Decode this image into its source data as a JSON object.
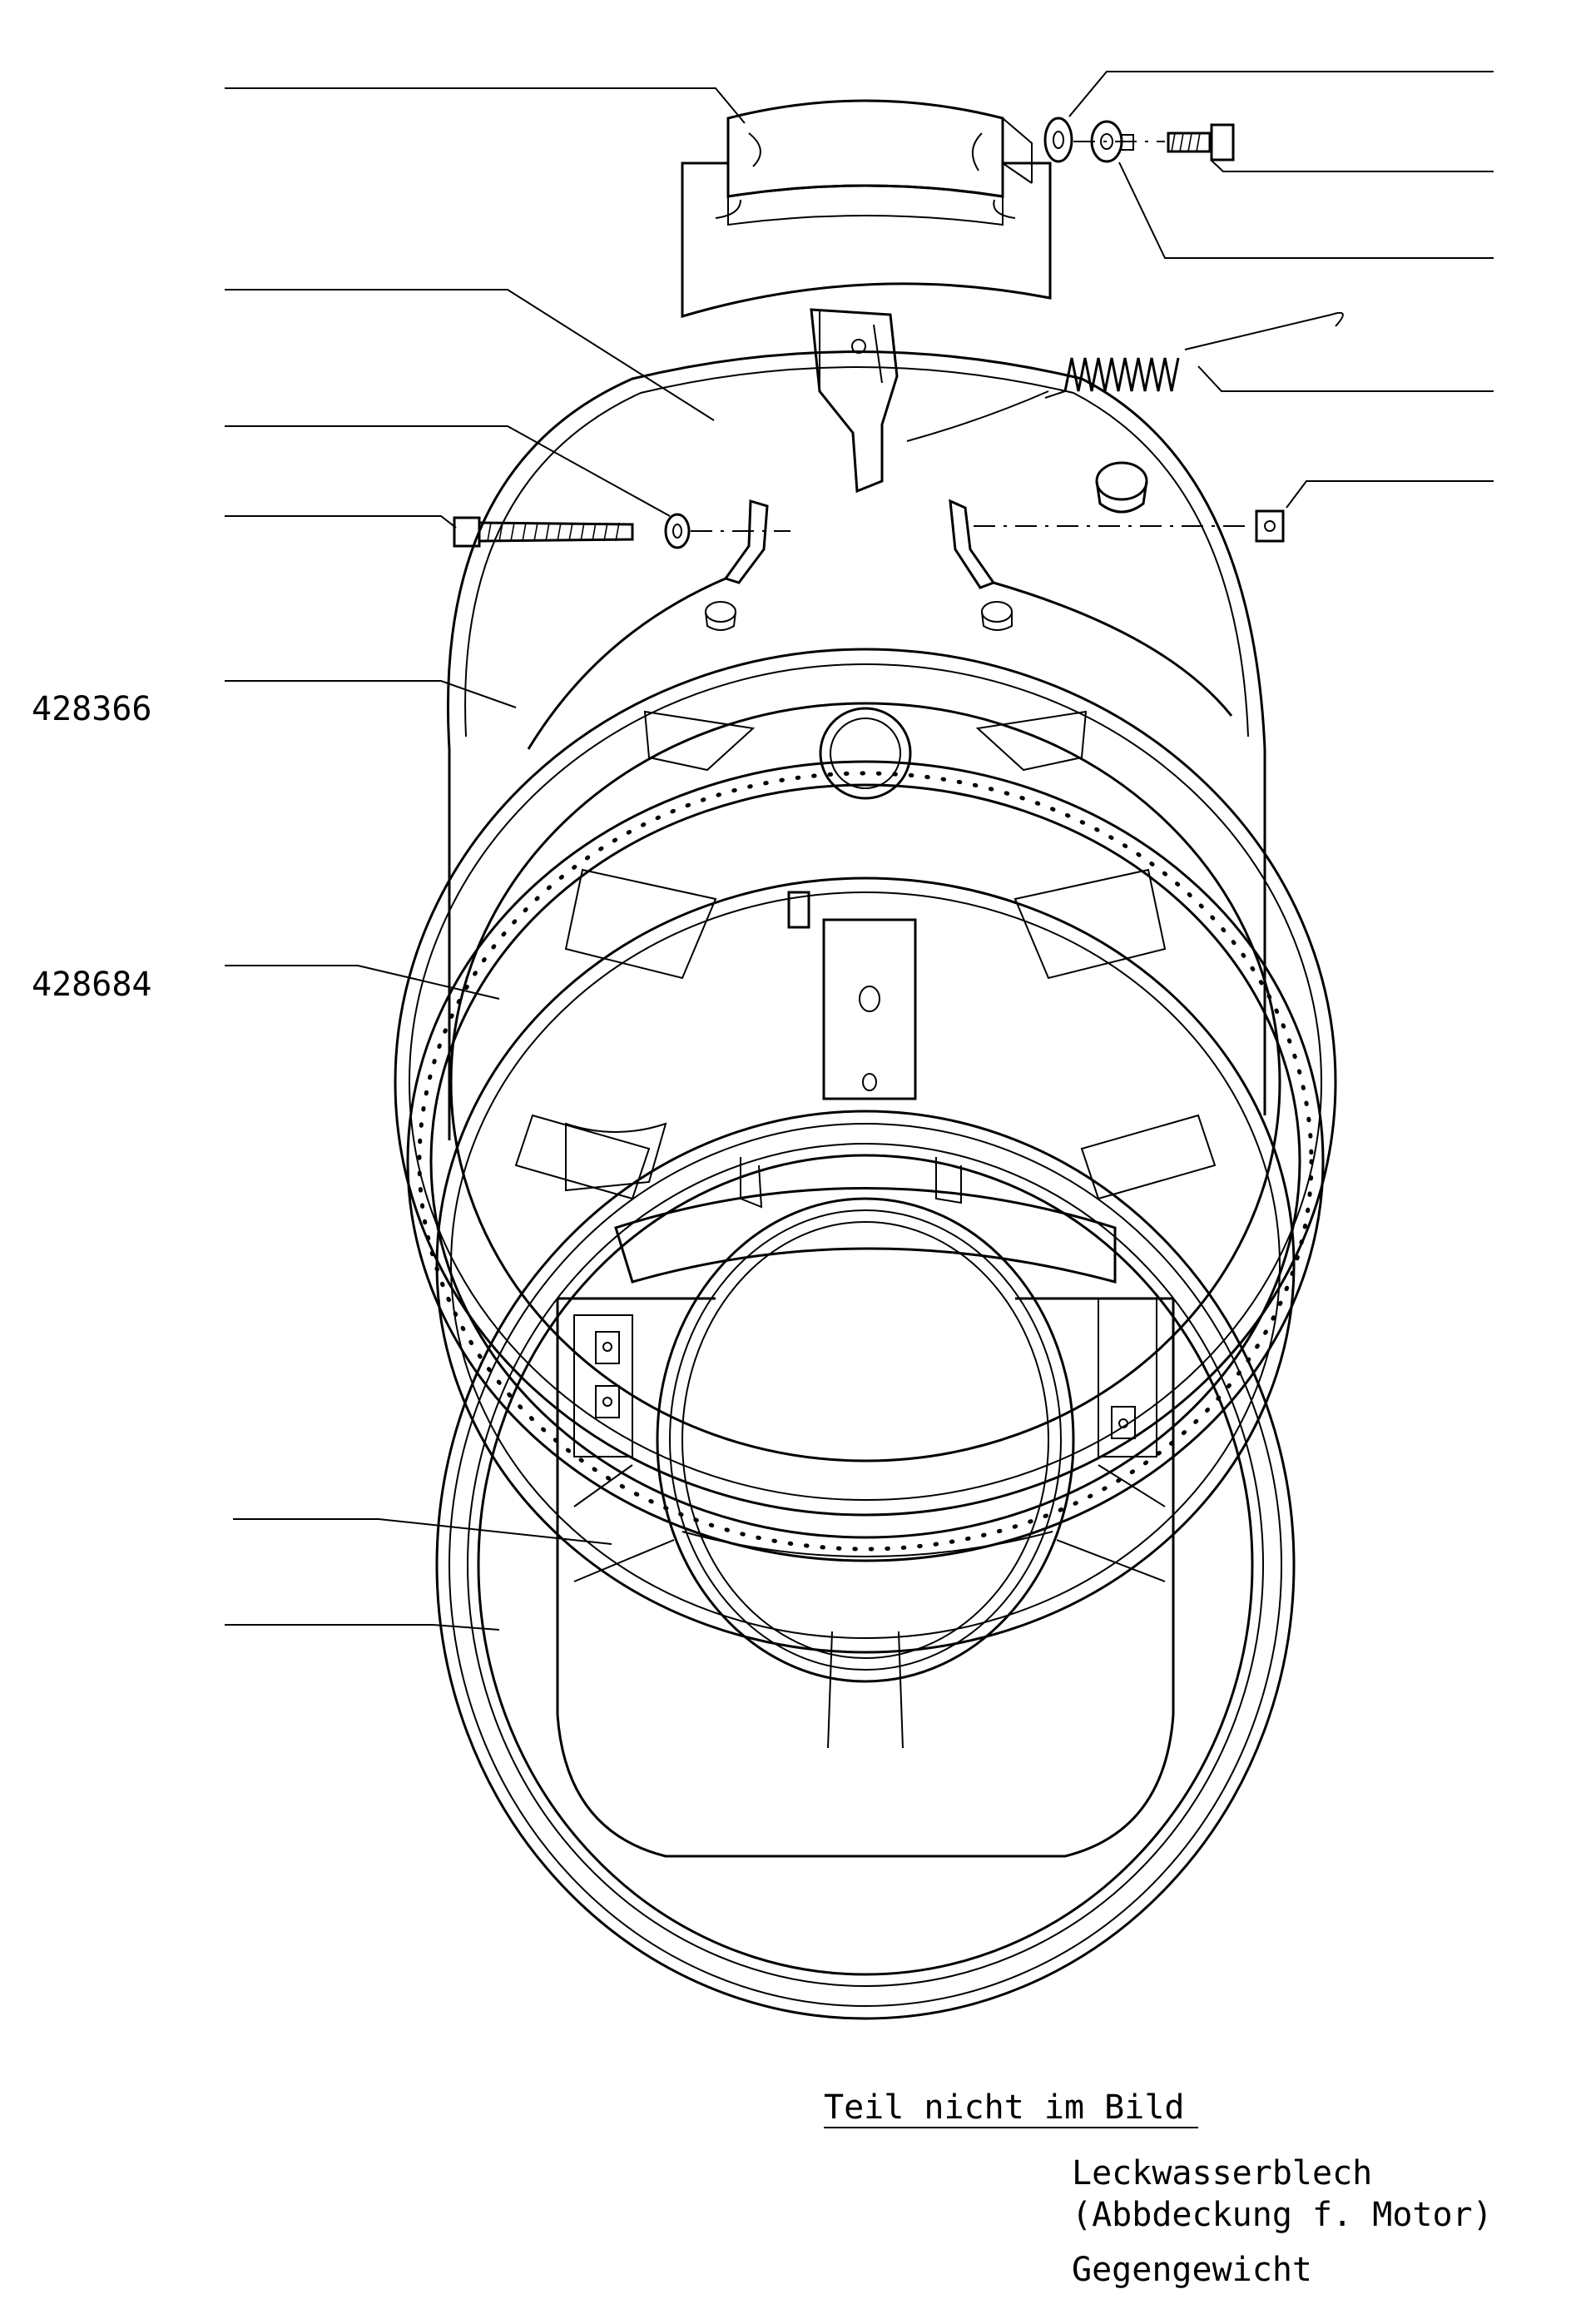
{
  "part_labels": {
    "ring_outer": "428366",
    "gasket": "428684"
  },
  "notes": {
    "heading": "Teil nicht im Bild",
    "line1": "Leckwasserblech",
    "line2": "(Abbdeckung f. Motor)",
    "line3": "Gegengewicht"
  }
}
